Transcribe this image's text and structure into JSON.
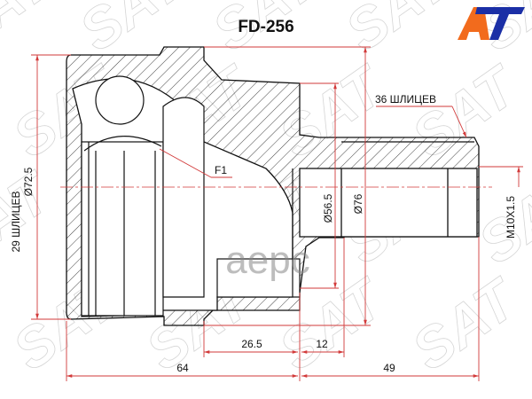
{
  "title": "FD-256",
  "logo": {
    "text": "AT",
    "colors": {
      "a": "#f26b1d",
      "t": "#1b2fa6"
    }
  },
  "watermark": {
    "text": "SAT",
    "overlay_text": "аерс"
  },
  "labels": {
    "splines_outer": "36 ШЛИЦЕВ",
    "splines_inner": "29 ШЛИЦЕВ",
    "dia_outer_cup": "Ø72.5",
    "f1": "F1",
    "dia_56": "Ø56.5",
    "dia_76": "Ø76",
    "thread": "M10X1.5",
    "dim_26_5": "26.5",
    "dim_12": "12",
    "dim_64": "64",
    "dim_49": "49"
  },
  "colors": {
    "dimension": "#d23a3a",
    "outline": "#111111"
  }
}
